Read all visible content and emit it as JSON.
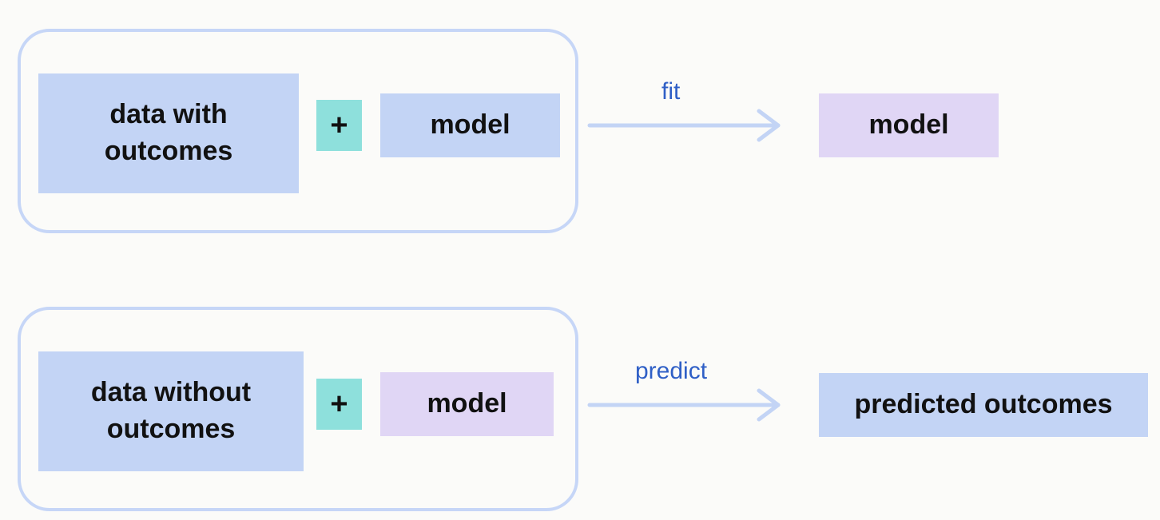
{
  "colors": {
    "background": "#fbfbf9",
    "group_border": "#c6d6f7",
    "blue_box": "#c3d4f5",
    "purple_box": "#e0d6f5",
    "plus_box": "#8ee0dc",
    "arrow": "#c3d4f5",
    "arrow_label": "#2f5fc6"
  },
  "fit_row": {
    "input_data": "data with outcomes",
    "plus": "+",
    "input_model": "model",
    "arrow_label": "fit",
    "output": "model"
  },
  "predict_row": {
    "input_data": "data without outcomes",
    "plus": "+",
    "input_model": "model",
    "arrow_label": "predict",
    "output": "predicted outcomes"
  }
}
